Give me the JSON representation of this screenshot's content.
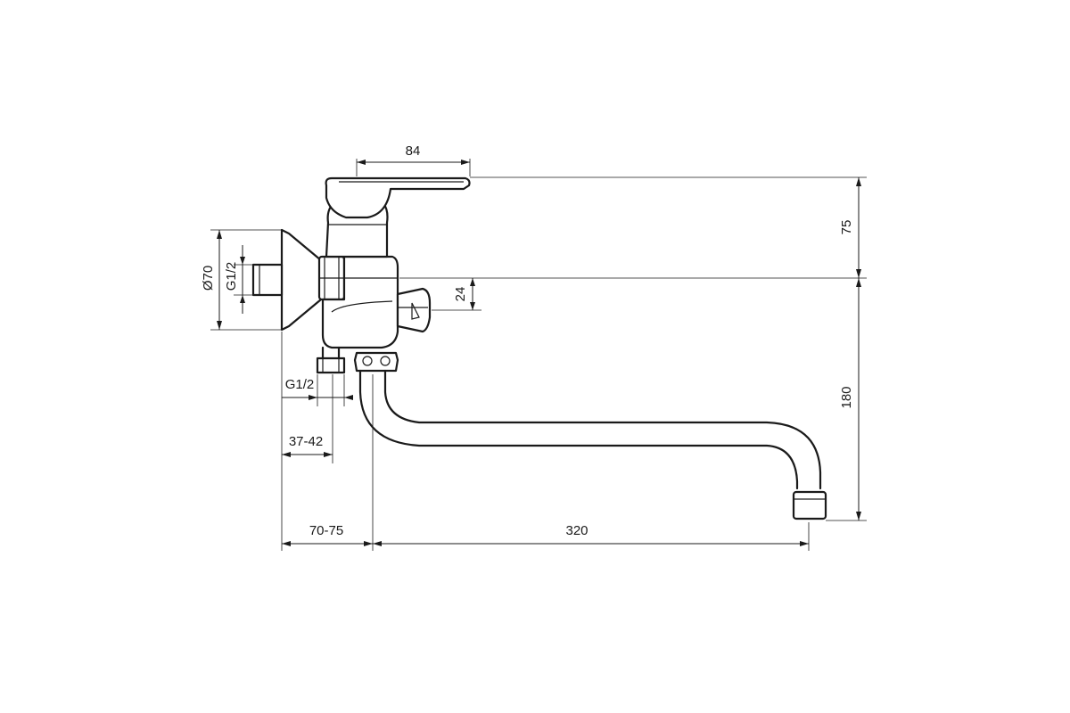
{
  "drawing": {
    "dimensions": {
      "handle_width": "84",
      "handle_height": "75",
      "spout_height": "180",
      "knob_offset": "24",
      "spout_reach": "320",
      "wall_distance": "70-75",
      "eccentric_range": "37-42",
      "inlet_thread_bottom": "G1/2",
      "inlet_thread_side": "G1/2",
      "flange_diameter": "Ø70"
    },
    "line_color": "#1a1a1a",
    "background": "#ffffff"
  }
}
